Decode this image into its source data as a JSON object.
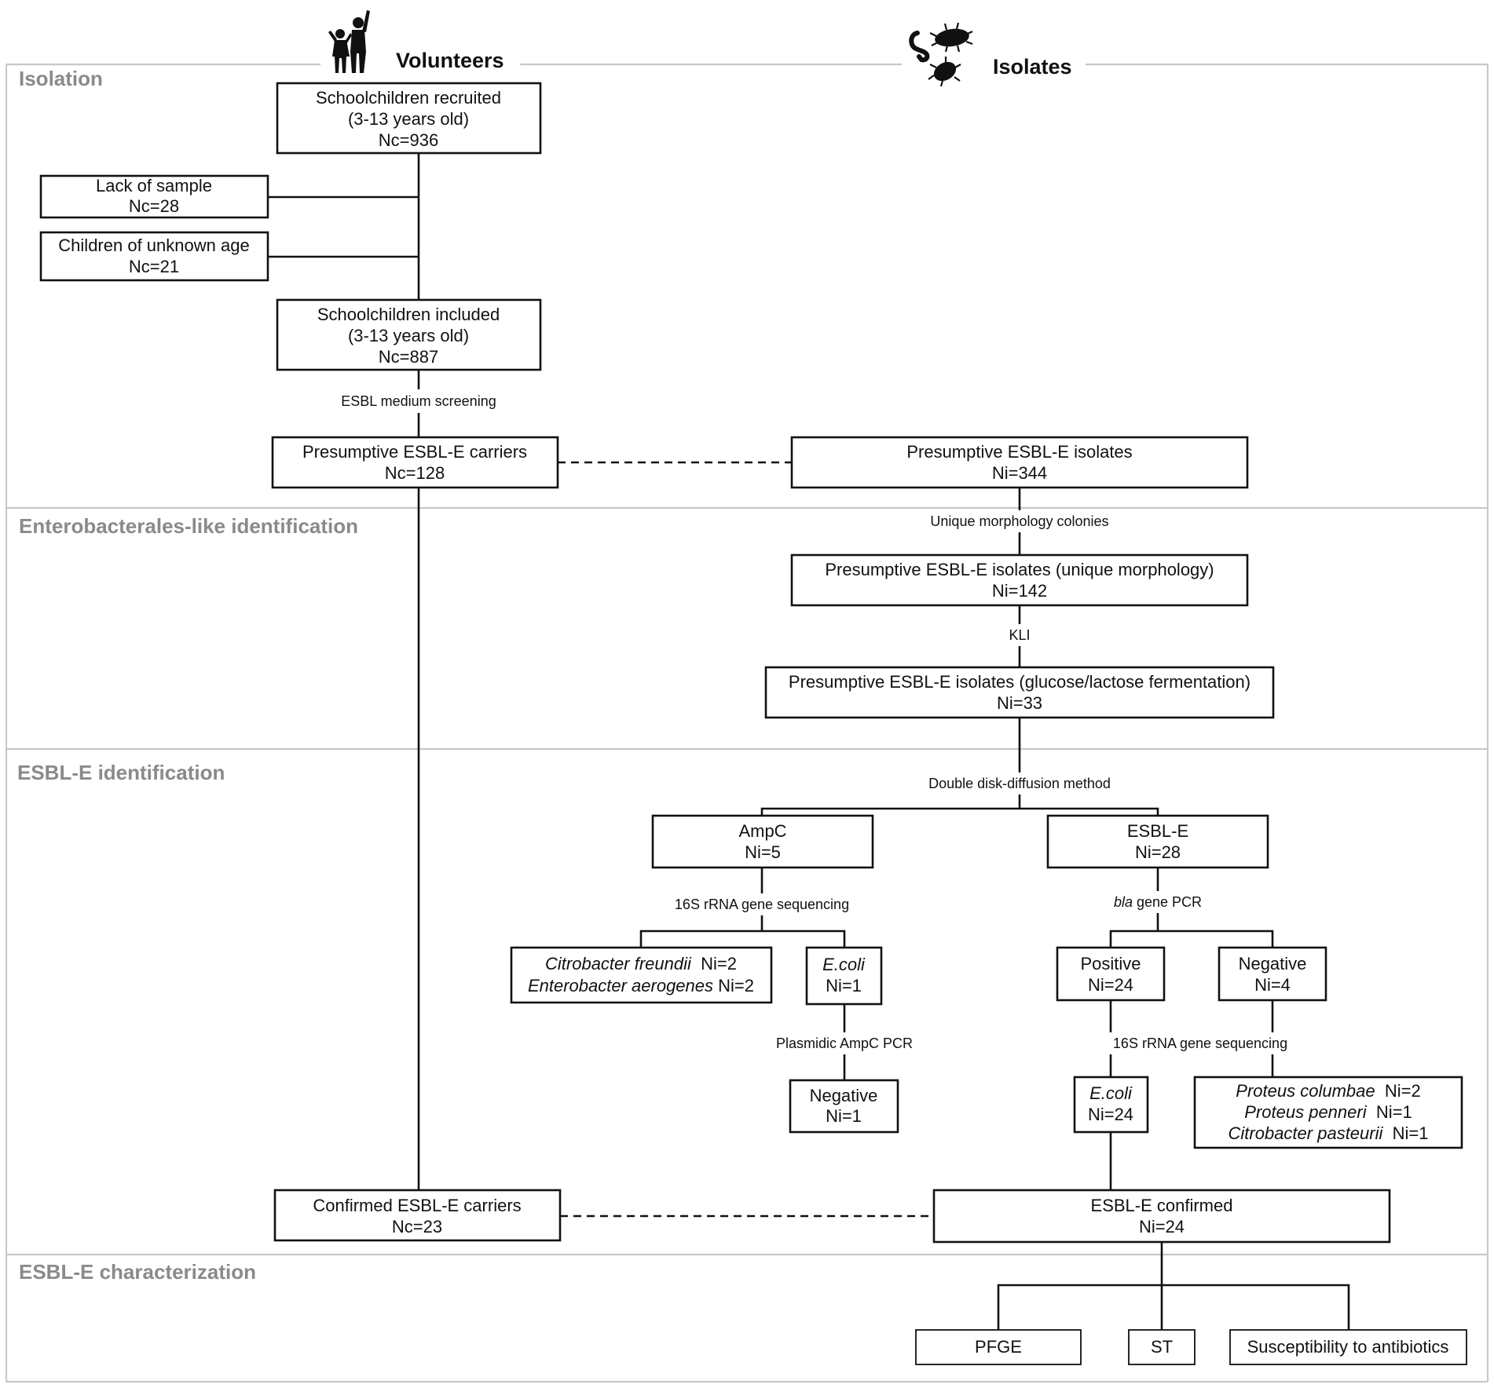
{
  "headers": {
    "volunteers": "Volunteers",
    "isolates": "Isolates"
  },
  "icons": {
    "volunteers": "children-silhouette-icon",
    "isolates": "bacteria-icon"
  },
  "sections": {
    "isolation": "Isolation",
    "enterobacterales": "Enterobacterales-like identification",
    "esbl_identification": "ESBL-E identification",
    "esbl_characterization": "ESBL-E characterization"
  },
  "boxes": {
    "recruited": [
      "Schoolchildren recruited",
      "(3-13 years old)",
      "Nc=936"
    ],
    "lack_sample": [
      "Lack of sample",
      "Nc=28"
    ],
    "unknown_age": [
      "Children of unknown age",
      "Nc=21"
    ],
    "included": [
      "Schoolchildren included",
      "(3-13 years old)",
      "Nc=887"
    ],
    "presumptive_carriers": [
      "Presumptive ESBL-E carriers",
      "Nc=128"
    ],
    "presumptive_isolates": [
      "Presumptive ESBL-E isolates",
      "Ni=344"
    ],
    "unique_morphology": [
      "Presumptive ESBL-E isolates (unique morphology)",
      "Ni=142"
    ],
    "glucose_lactose": [
      "Presumptive ESBL-E isolates (glucose/lactose fermentation)",
      "Ni=33"
    ],
    "ampc": [
      "AmpC",
      "Ni=5"
    ],
    "esbl_e": [
      "ESBL-E",
      "Ni=28"
    ],
    "citrobacter_line": {
      "name": "Citrobacter freundii",
      "count": "Ni=2"
    },
    "enterobacter_line": {
      "name": "Enterobacter aerogenes",
      "count": "Ni=2"
    },
    "ecoli_ampc": {
      "name": "E.coli",
      "count": "Ni=1"
    },
    "positive": [
      "Positive",
      "Ni=24"
    ],
    "negative_pcr": [
      "Negative",
      "Ni=4"
    ],
    "negative_ampc": [
      "Negative",
      "Ni=1"
    ],
    "ecoli_esbl": {
      "name": "E.coli",
      "count": "Ni=24"
    },
    "proteus_columbae": {
      "name": "Proteus columbae",
      "count": "Ni=2"
    },
    "proteus_penneri": {
      "name": "Proteus penneri",
      "count": "Ni=1"
    },
    "citrobacter_pasteurii": {
      "name": "Citrobacter pasteurii",
      "count": "Ni=1"
    },
    "confirmed_carriers": [
      "Confirmed ESBL-E carriers",
      "Nc=23"
    ],
    "esbl_confirmed": [
      "ESBL-E confirmed",
      "Ni=24"
    ],
    "pfge": "PFGE",
    "st": "ST",
    "susceptibility": "Susceptibility to antibiotics"
  },
  "edge_labels": {
    "esbl_medium": "ESBL medium screening",
    "unique_morph": "Unique morphology colonies",
    "kli": "KLI",
    "double_disk": "Double disk-diffusion method",
    "rrna_ampc": "16S rRNA gene sequencing",
    "bla_italic": "bla",
    "bla_rest": " gene PCR",
    "plasmidic": "Plasmidic AmpC PCR",
    "rrna_esbl": "16S rRNA gene sequencing"
  }
}
